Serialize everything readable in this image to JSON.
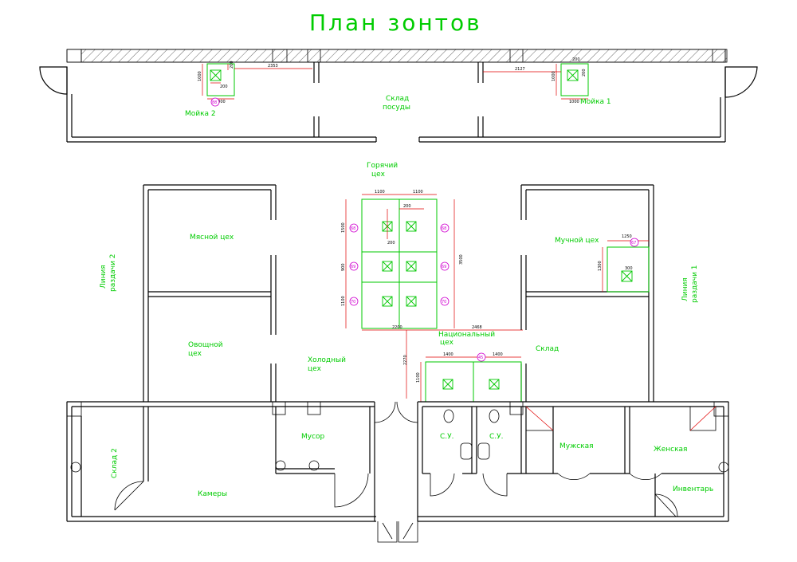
{
  "title": "План зонтов",
  "rooms": {
    "moika2": "Мойка 2",
    "moika1": "Мойка 1",
    "sklad_posudy_1": "Склад",
    "sklad_posudy_2": "посуды",
    "goryachiy_1": "Горячий",
    "goryachiy_2": "цех",
    "myasnoy": "Мясной цех",
    "muchnoy": "Мучной цех",
    "liniya2_1": "Линия",
    "liniya2_2": "раздачи 2",
    "liniya1_1": "Линия",
    "liniya1_2": "раздачи 1",
    "ovoshnoy_1": "Овощной",
    "ovoshnoy_2": "цех",
    "holodny_1": "Холодный",
    "holodny_2": "цех",
    "nacionalny_1": "Национальный",
    "nacionalny_2": "цех",
    "sklad": "Склад",
    "sklad2": "Склад 2",
    "musor": "Мусор",
    "su1": "С.У.",
    "su2": "С.У.",
    "muzhskaya": "Мужская",
    "zhenskaya": "Женская",
    "kamery": "Камеры",
    "inventar": "Инвентарь"
  },
  "dims": {
    "d2353": "2353",
    "d2127": "2127",
    "d1000a": "1000",
    "d1000b": "1000",
    "d1000c": "1000",
    "d1000d": "1000",
    "d200a": "200",
    "d200b": "200",
    "d200c": "200",
    "d200d": "200",
    "d1100a": "1100",
    "d1100b": "1100",
    "d1500": "1500",
    "d900": "900",
    "d1100c": "1100",
    "d3500": "3500",
    "d200e": "200",
    "d200f": "200",
    "d2200": "2200",
    "d2468": "2468",
    "d2270": "2270",
    "d1400a": "1400",
    "d1400b": "1400",
    "d1100d": "1100",
    "d1250": "1250",
    "d1300": "1300",
    "d300": "300"
  },
  "markers": {
    "m88": "88",
    "m68a": "68",
    "m68b": "68",
    "m69a": "69",
    "m69b": "69",
    "m70a": "70",
    "m70b": "70",
    "m67": "67",
    "m45": "45"
  },
  "colors": {
    "hood": "#00c800",
    "dimension": "#e00000",
    "marker": "#d000d0",
    "wall": "#000000"
  }
}
